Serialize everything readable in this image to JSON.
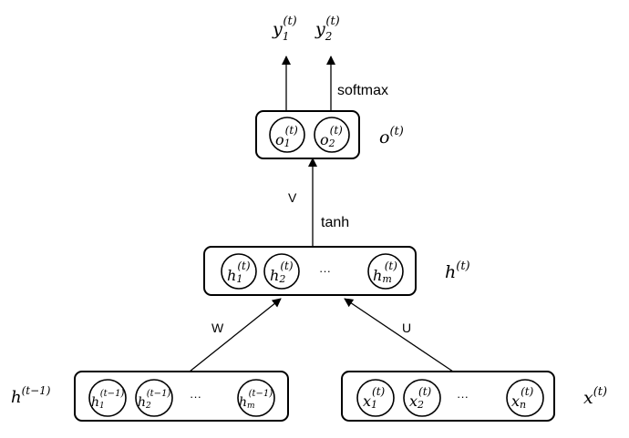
{
  "outputs": {
    "y1": {
      "base": "y",
      "sub": "1",
      "sup": "(t)"
    },
    "y2": {
      "base": "y",
      "sub": "2",
      "sup": "(t)"
    }
  },
  "output_layer": {
    "label": {
      "base": "o",
      "sup": "(t)"
    },
    "units": [
      {
        "base": "o",
        "sub": "1",
        "sup": "(t)"
      },
      {
        "base": "o",
        "sub": "2",
        "sup": "(t)"
      }
    ]
  },
  "hidden_layer": {
    "label": {
      "base": "h",
      "sup": "(t)"
    },
    "units": [
      {
        "base": "h",
        "sub": "1",
        "sup": "(t)"
      },
      {
        "base": "h",
        "sub": "2",
        "sup": "(t)"
      },
      {
        "base": "h",
        "sub": "m",
        "sup": "(t)"
      }
    ],
    "ellipsis": "···"
  },
  "prev_hidden_layer": {
    "label": {
      "base": "h",
      "sup": "(t−1)"
    },
    "units": [
      {
        "base": "h",
        "sub": "1",
        "sup": "(t−1)"
      },
      {
        "base": "h",
        "sub": "2",
        "sup": "(t−1)"
      },
      {
        "base": "h",
        "sub": "m",
        "sup": "(t−1)"
      }
    ],
    "ellipsis": "···"
  },
  "input_layer": {
    "label": {
      "base": "x",
      "sup": "(t)"
    },
    "units": [
      {
        "base": "x",
        "sub": "1",
        "sup": "(t)"
      },
      {
        "base": "x",
        "sub": "2",
        "sup": "(t)"
      },
      {
        "base": "x",
        "sub": "n",
        "sup": "(t)"
      }
    ],
    "ellipsis": "···"
  },
  "edges": {
    "softmax": "softmax",
    "V": "V",
    "tanh": "tanh",
    "W": "W",
    "U": "U"
  },
  "colors": {
    "stroke": "#000000",
    "text": "#000000",
    "background": "#ffffff"
  }
}
